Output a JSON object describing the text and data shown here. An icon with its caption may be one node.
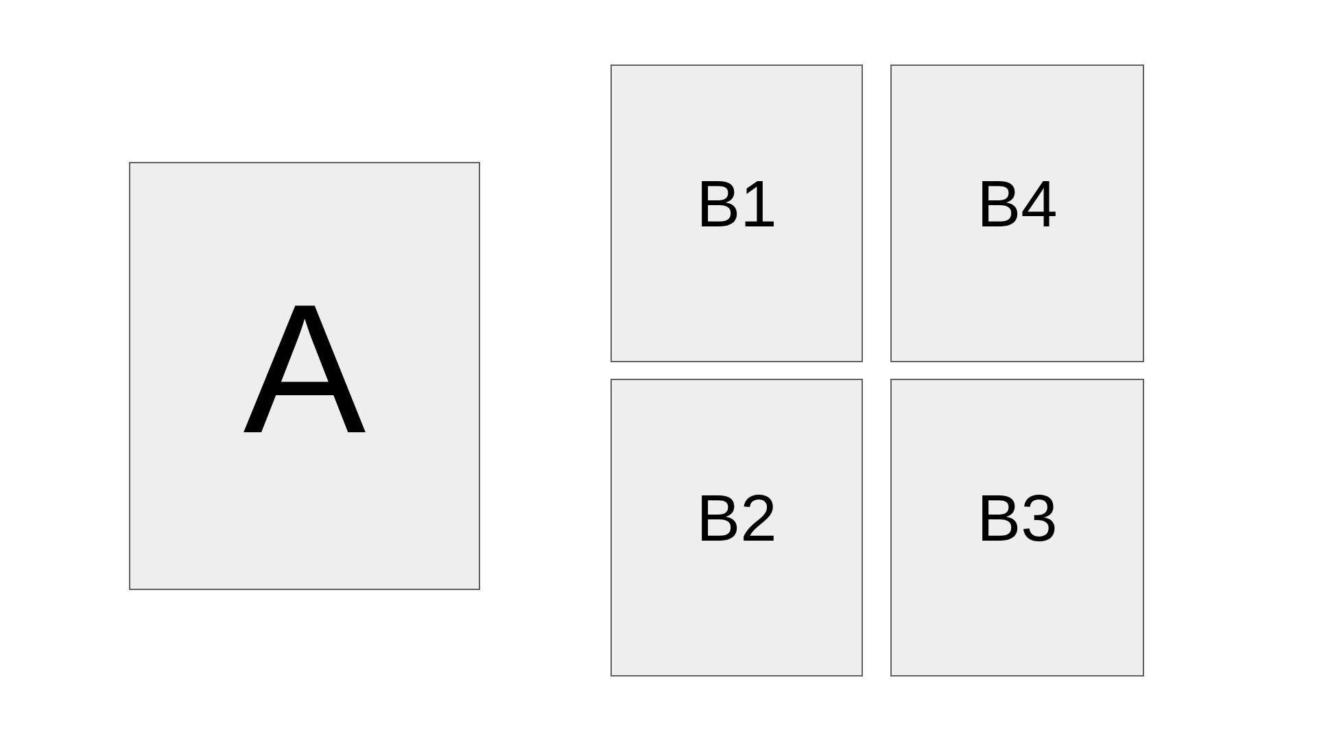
{
  "diagram": {
    "nodes": [
      {
        "text": [
          "A"
        ]
      },
      {
        "text": [
          "B1"
        ]
      },
      {
        "text": [
          "B4"
        ]
      },
      {
        "text": [
          "B2"
        ]
      },
      {
        "text": [
          "B3"
        ]
      }
    ]
  }
}
